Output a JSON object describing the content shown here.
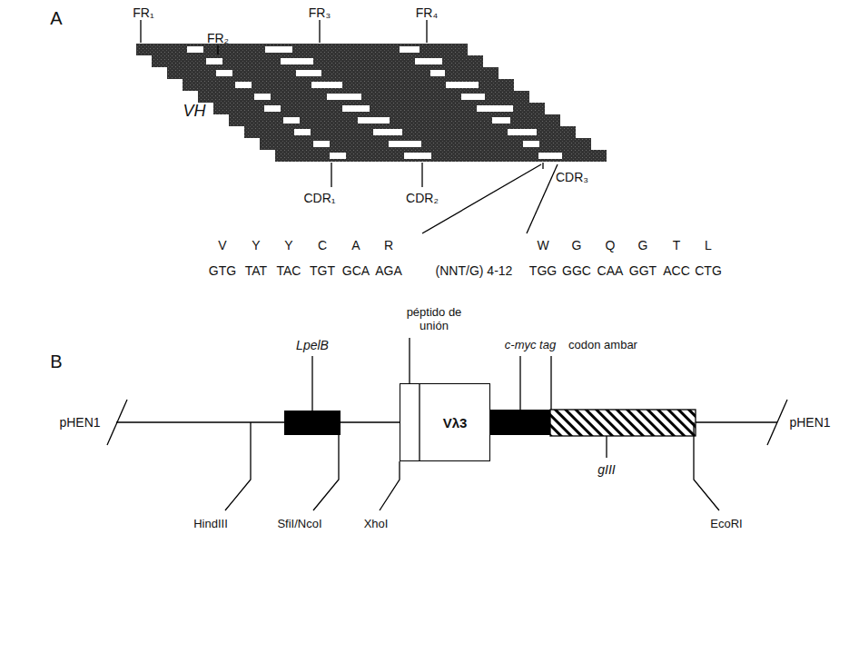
{
  "diagram": {
    "nodes": [
      {
        "text": [
          "Vλ3"
        ]
      }
    ],
    "labels": [
      "A",
      "FR₁",
      "FR₂",
      "FR₃",
      "FR₄",
      "VH",
      "CDR₁",
      "CDR₂",
      "CDR₃",
      "V",
      "Y",
      "Y",
      "C",
      "A",
      "R",
      "W",
      "G",
      "Q",
      "G",
      "T",
      "L",
      "GTG",
      "TAT",
      "TAC",
      "TGT",
      "GCA",
      "AGA",
      "(NNT/G) 4-12",
      "TGG",
      "GGC",
      "CAA",
      "GGT",
      "ACC",
      "CTG",
      "B",
      "pHEN1",
      "LpelB",
      "péptido de unión",
      "c-myc tag",
      "codon ambar",
      "pHEN1",
      "HindIII",
      "SfiI/NcoI",
      "XhoI",
      "gIII",
      "EcoRI"
    ]
  }
}
